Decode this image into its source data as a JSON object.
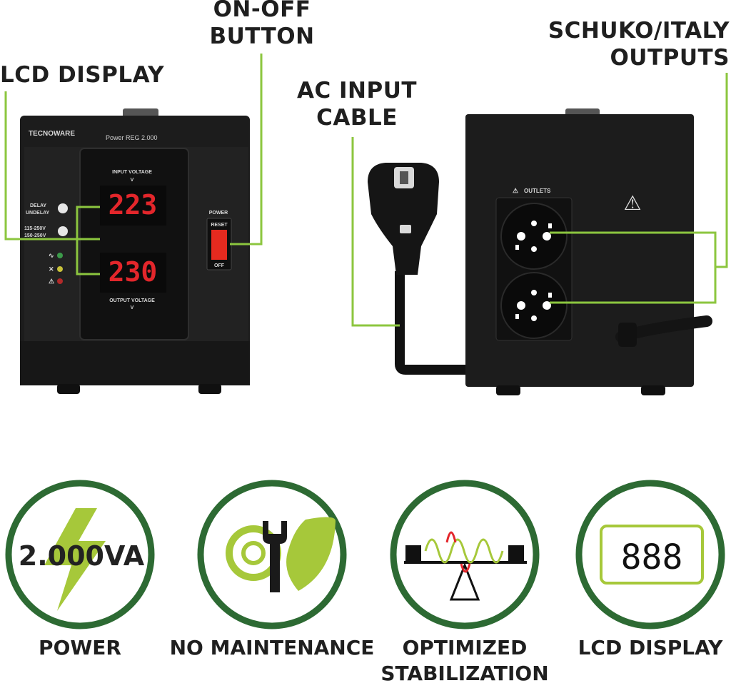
{
  "callouts": {
    "on_off_line1": "ON-OFF",
    "on_off_line2": "BUTTON",
    "lcd_display": "LCD DISPLAY",
    "ac_input_line1": "AC INPUT",
    "ac_input_line2": "CABLE",
    "schuko_line1": "SCHUKO/ITALY",
    "schuko_line2": "OUTPUTS"
  },
  "device_front": {
    "brand": "TECNOWARE",
    "model": "Power REG 2.000",
    "input_voltage_label": "INPUT VOLTAGE",
    "input_voltage_unit": "V",
    "output_voltage_label": "OUTPUT VOLTAGE",
    "output_voltage_unit": "V",
    "input_voltage_value": "223",
    "output_voltage_value": "230",
    "delay_label": "DELAY",
    "undelay_label": "UNDELAY",
    "range_high": "115-250V",
    "range_low": "150-250V",
    "power_label": "POWER",
    "reset_label": "RESET",
    "off_label": "OFF"
  },
  "device_back": {
    "outlets_label": "OUTLETS"
  },
  "features": [
    {
      "icon": "lightning-bolt-icon",
      "text": "2.000VA",
      "caption": "POWER"
    },
    {
      "icon": "gear-wrench-leaf-icon",
      "caption": "NO MAINTENANCE"
    },
    {
      "icon": "balance-wave-icon",
      "caption_line1": "OPTIMIZED",
      "caption_line2": "STABILIZATION"
    },
    {
      "icon": "lcd-digits-icon",
      "text": "888",
      "caption": "LCD DISPLAY"
    }
  ],
  "colors": {
    "accent_green": "#8cc63f",
    "ring_green": "#2d6a33",
    "display_red": "#e3262b",
    "device_black": "#1c1c1c"
  }
}
